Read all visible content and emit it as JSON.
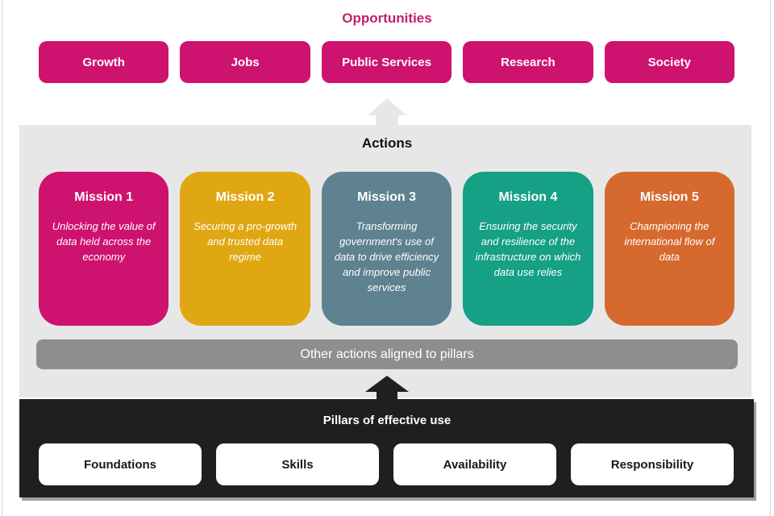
{
  "palette": {
    "pink": "#CE126F",
    "pink_title": "#C41F6D",
    "gold": "#DFA712",
    "slate": "#5E8290",
    "teal": "#16A086",
    "orange": "#D6692E",
    "bar_gray": "#8E8E8E",
    "section_gray": "#E7E7E7",
    "section_black": "#1F1F1F"
  },
  "opportunities": {
    "title": "Opportunities",
    "items": [
      "Growth",
      "Jobs",
      "Public Services",
      "Research",
      "Society"
    ]
  },
  "actions": {
    "title": "Actions",
    "missions": [
      {
        "title": "Mission 1",
        "description": "Unlocking the value of data held across the economy",
        "color": "#CE126F"
      },
      {
        "title": "Mission 2",
        "description": "Securing a pro-growth and trusted data regime",
        "color": "#DFA712"
      },
      {
        "title": "Mission 3",
        "description": "Transforming government's use of data to drive efficiency and improve public services",
        "color": "#5E8290"
      },
      {
        "title": "Mission 4",
        "description": "Ensuring the security and resilience of the infrastructure on which data use relies",
        "color": "#16A086"
      },
      {
        "title": "Mission 5",
        "description": "Championing the international flow of data",
        "color": "#D6692E"
      }
    ],
    "other_actions_label": "Other actions aligned to pillars"
  },
  "pillars": {
    "title": "Pillars of effective use",
    "items": [
      "Foundations",
      "Skills",
      "Availability",
      "Responsibility"
    ]
  }
}
